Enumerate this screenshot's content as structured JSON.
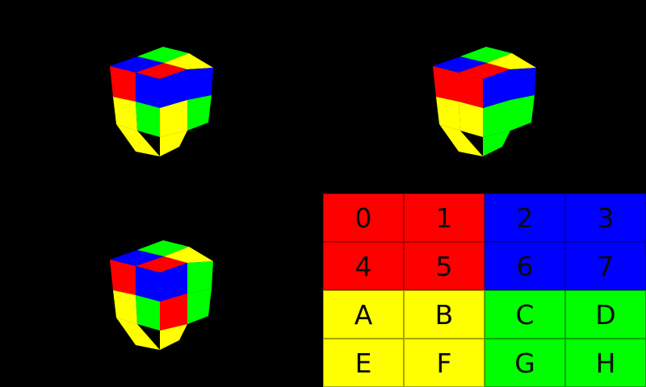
{
  "colors": {
    "red": "#ff0000",
    "blue": "#0000ff",
    "yellow": "#ffff00",
    "green": "#00ff00",
    "background": "#000000"
  },
  "labels": {
    "front": [
      "0",
      "1",
      "4",
      "5"
    ],
    "right": [
      "2",
      "3",
      "6",
      "7"
    ],
    "bottom_front": [
      "A",
      "B",
      "E",
      "F"
    ],
    "bottom_right": [
      "C",
      "D",
      "G",
      "H"
    ]
  },
  "tile_grid": [
    {
      "label": "0",
      "color": "red"
    },
    {
      "label": "1",
      "color": "red"
    },
    {
      "label": "2",
      "color": "blue"
    },
    {
      "label": "3",
      "color": "blue"
    },
    {
      "label": "4",
      "color": "red"
    },
    {
      "label": "5",
      "color": "red"
    },
    {
      "label": "6",
      "color": "blue"
    },
    {
      "label": "7",
      "color": "blue"
    },
    {
      "label": "A",
      "color": "yellow"
    },
    {
      "label": "B",
      "color": "yellow"
    },
    {
      "label": "C",
      "color": "green"
    },
    {
      "label": "D",
      "color": "green"
    },
    {
      "label": "E",
      "color": "yellow"
    },
    {
      "label": "F",
      "color": "yellow"
    },
    {
      "label": "G",
      "color": "green"
    },
    {
      "label": "H",
      "color": "green"
    }
  ]
}
